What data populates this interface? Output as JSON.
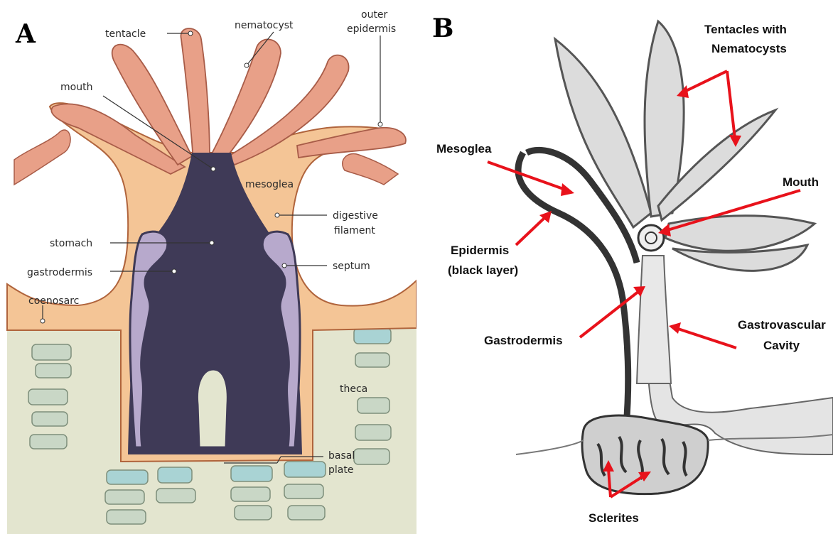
{
  "panel_a": {
    "letter": "A",
    "labels": {
      "tentacle": "tentacle",
      "nematocyst": "nematocyst",
      "outer_epidermis_1": "outer",
      "outer_epidermis_2": "epidermis",
      "mouth": "mouth",
      "mesoglea": "mesoglea",
      "digestive_filament_1": "digestive",
      "digestive_filament_2": "filament",
      "stomach": "stomach",
      "gastrodermis": "gastrodermis",
      "septum": "septum",
      "coenosarc": "coenosarc",
      "theca": "theca",
      "basal_plate_1": "basal",
      "basal_plate_2": "plate"
    },
    "colors": {
      "tentacle": "#e8a088",
      "body": "#f4c596",
      "gastro": "#3f3a57",
      "septum": "#b7a9cc",
      "skeleton": "#dfe2c9",
      "plate": "#a9d3d4"
    }
  },
  "panel_b": {
    "letter": "B",
    "labels": {
      "tentacles_1": "Tentacles with",
      "tentacles_2": "Nematocysts",
      "mesoglea": "Mesoglea",
      "mouth": "Mouth",
      "epidermis_1": "Epidermis",
      "epidermis_2": "(black layer)",
      "gastrodermis": "Gastrodermis",
      "gastrovascular_1": "Gastrovascular",
      "gastrovascular_2": "Cavity",
      "sclerites": "Sclerites"
    },
    "colors": {
      "arrow": "#e8121b",
      "pencil": "#555555",
      "shade": "#d8d8d8"
    }
  }
}
